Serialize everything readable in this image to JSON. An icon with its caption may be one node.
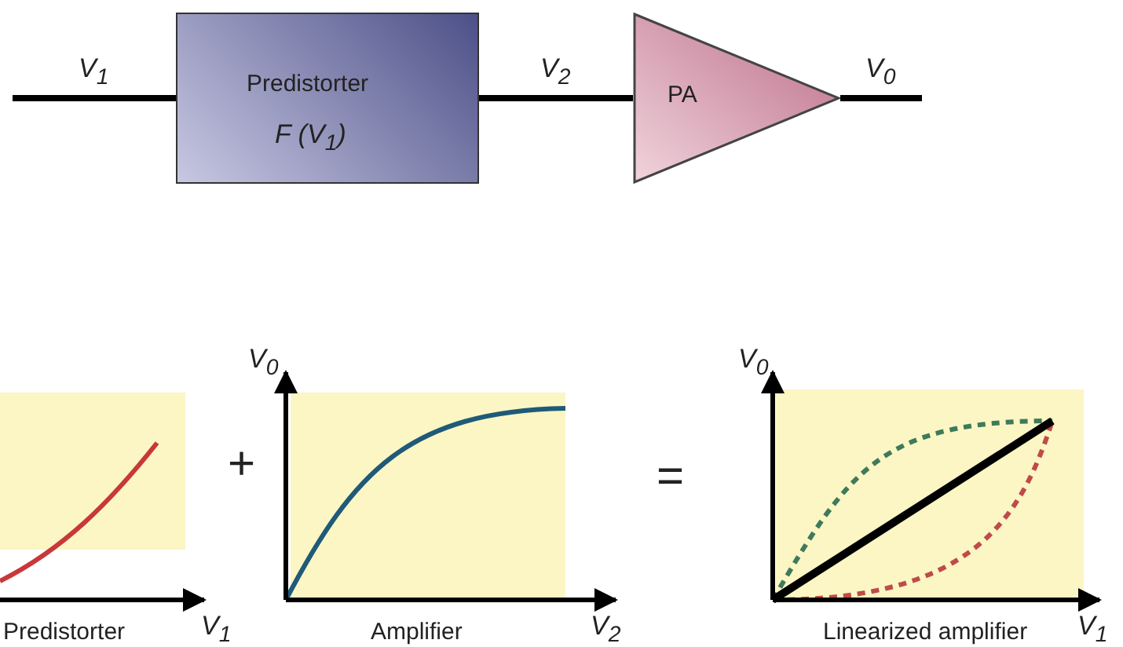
{
  "diagram": {
    "nodes": [
      {
        "text": [
          "Predistorter",
          "F (V$_{1}$)"
        ]
      },
      {
        "text": [
          "PA"
        ]
      }
    ],
    "edges": [
      {
        "from": null,
        "to": 0,
        "arrow": "none",
        "label": "V$_{1}$"
      },
      {
        "from": 0,
        "to": 1,
        "arrow": "none",
        "label": "V$_{2}$"
      },
      {
        "from": 1,
        "to": null,
        "arrow": "none",
        "label": "V$_{0}$"
      }
    ],
    "labels": [
      "+",
      "=",
      "Predistorter",
      "V$_{1}$",
      "V$_{0}$",
      "Amplifier",
      "V$_{2}$",
      "V$_{0}$",
      "Linearized amplifier",
      "V$_{1}$"
    ]
  }
}
